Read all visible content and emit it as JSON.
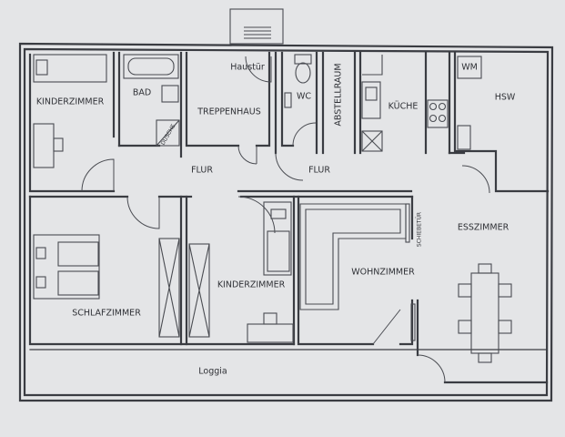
{
  "rooms": {
    "kinderzimmer_1": "KINDERZIMMER",
    "bad": "BAD",
    "dusche": "DUSCHE",
    "haustuer": "Haustür",
    "treppenhaus": "TREPPENHAUS",
    "wc": "WC",
    "abstellraum": "ABSTELLRAUM",
    "kueche": "KÜCHE",
    "wm": "WM",
    "hsw": "HSW",
    "flur_1": "FLUR",
    "flur_2": "FLUR",
    "esszimmer": "ESSZIMMER",
    "schiebetuer": "SCHIEBETÜR",
    "schlafzimmer": "SCHLAFZIMMER",
    "kinderzimmer_2": "KINDERZIMMER",
    "wohnzimmer": "WOHNZIMMER",
    "loggia": "Loggia"
  }
}
